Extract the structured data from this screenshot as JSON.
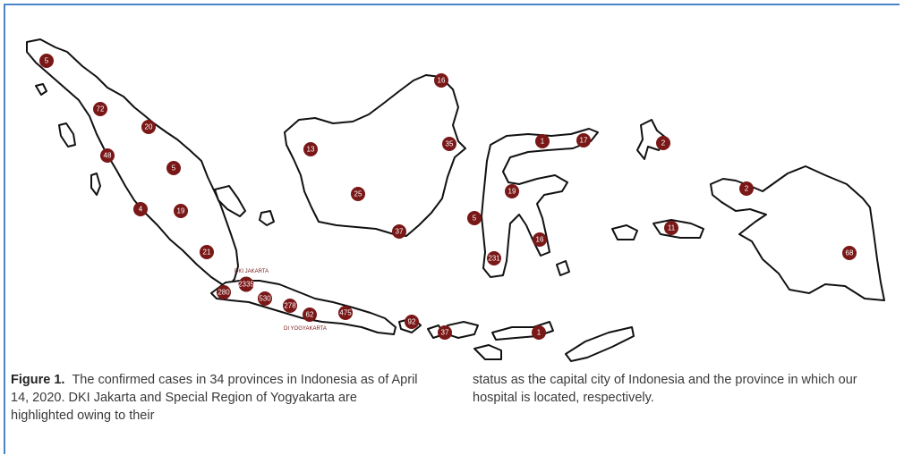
{
  "caption": {
    "figure_label": "Figure 1.",
    "text_left": "The confirmed cases in 34 provinces in Indonesia as of April 14, 2020. DKI Jakarta and Special Region of Yogyakarta are highlighted owing to their",
    "text_right": "status as the capital city of Indonesia and the province in which our hospital is located, respectively."
  },
  "map": {
    "callouts": {
      "jakarta": "DKI JAKARTA",
      "yogyakarta": "DI YOGYAKARTA"
    },
    "marker_color": "#7a1717",
    "markers": [
      {
        "id": "aceh",
        "value": "5"
      },
      {
        "id": "north-sumatra",
        "value": "72"
      },
      {
        "id": "riau",
        "value": "20"
      },
      {
        "id": "west-sumatra",
        "value": "48"
      },
      {
        "id": "riau-islands",
        "value": "5"
      },
      {
        "id": "jambi",
        "value": "19"
      },
      {
        "id": "bengkulu",
        "value": "4"
      },
      {
        "id": "south-sumatra",
        "value": "21"
      },
      {
        "id": "lampung",
        "value": "280"
      },
      {
        "id": "dki-jakarta",
        "value": "2335"
      },
      {
        "id": "west-java",
        "value": "530"
      },
      {
        "id": "central-java",
        "value": "278"
      },
      {
        "id": "di-yogyakarta",
        "value": "62"
      },
      {
        "id": "east-java",
        "value": "475"
      },
      {
        "id": "bali",
        "value": "92"
      },
      {
        "id": "ntb",
        "value": "37"
      },
      {
        "id": "ntt",
        "value": "1"
      },
      {
        "id": "north-kalimantan",
        "value": "16"
      },
      {
        "id": "west-kalimantan",
        "value": "13"
      },
      {
        "id": "east-kalimantan",
        "value": "35"
      },
      {
        "id": "central-kalimantan",
        "value": "25"
      },
      {
        "id": "south-kalimantan",
        "value": "37"
      },
      {
        "id": "gorontalo",
        "value": "1"
      },
      {
        "id": "north-sulawesi",
        "value": "17"
      },
      {
        "id": "central-sulawesi",
        "value": "19"
      },
      {
        "id": "west-sulawesi",
        "value": "5"
      },
      {
        "id": "south-sulawesi",
        "value": "231"
      },
      {
        "id": "southeast-sulawesi",
        "value": "16"
      },
      {
        "id": "north-maluku",
        "value": "2"
      },
      {
        "id": "west-papua",
        "value": "2"
      },
      {
        "id": "maluku",
        "value": "11"
      },
      {
        "id": "papua",
        "value": "68"
      }
    ]
  }
}
